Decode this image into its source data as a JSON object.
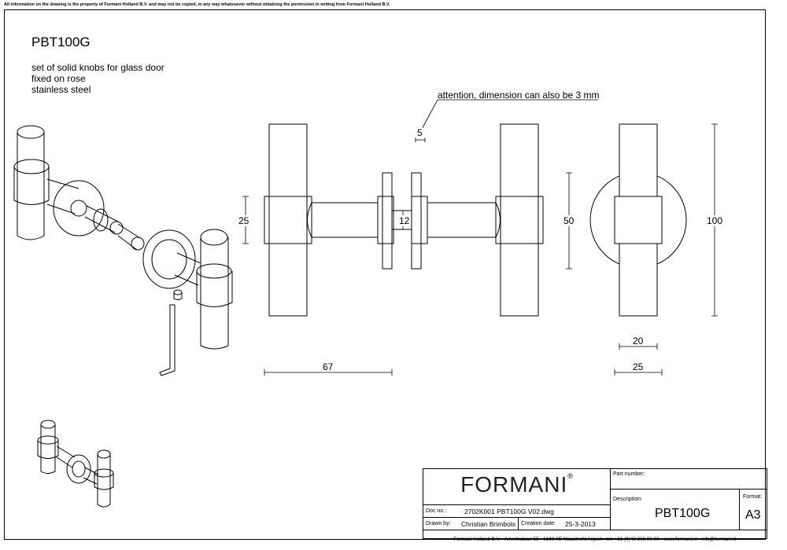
{
  "notice": "All information on the drawing is the property of Formani Holland B.V. and may not be copied, in any way whatsoever without obtaining the permission in writing from Formani Holland B.V.",
  "product": {
    "code": "PBT100G",
    "description_lines": [
      "set of solid knobs for glass door",
      "fixed on rose",
      "stainless steel"
    ]
  },
  "annotation": "attention, dimension can also be 3 mm",
  "dimensions": {
    "d5": "5",
    "d25_left": "25",
    "d12": "12",
    "d50": "50",
    "d100": "100",
    "d67": "67",
    "d20": "20",
    "d25_bottom": "25"
  },
  "title_block": {
    "logo": "FORMANI",
    "logo_mark": "®",
    "part_number_label": "Part number:",
    "description_label": "Description:",
    "description_value": "PBT100G",
    "format_label": "Format:",
    "format_value": "A3",
    "doc_no_label": "Doc no.:",
    "doc_no_value": "2702K001 PBT100G V02.dwg",
    "drawn_by_label": "Drawn by:",
    "drawn_by_value": "Christian Brimbols",
    "creation_date_label": "Creation date:",
    "creation_date_value": "25-3-2013",
    "footer": "Formani Holland B.V. · Amerikalaan 55 · 6199 AE Maastricht Airport · tel: +31 (0)43 308 90 00 · www.formani.nl · info@formani.nl"
  }
}
